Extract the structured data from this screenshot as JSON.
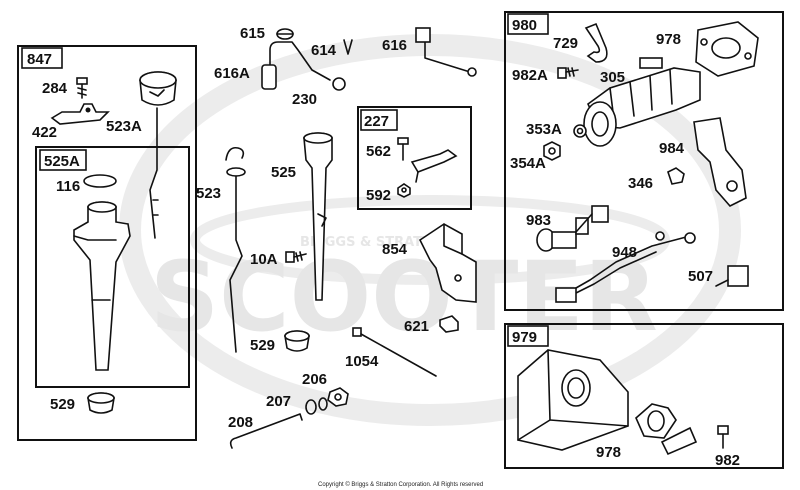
{
  "watermark": {
    "main": "SCOOTER",
    "ring": "BRIGGS & STRATTON"
  },
  "copyright": "Copyright © Briggs & Stratton Corporation. All Rights reserved",
  "boxes": {
    "b847": "847",
    "b525a": "525A",
    "b227": "227",
    "b980": "980",
    "b979": "979"
  },
  "labels": {
    "l284": "284",
    "l422": "422",
    "l523a": "523A",
    "l116": "116",
    "l529a": "529",
    "l615": "615",
    "l614": "614",
    "l616": "616",
    "l616a": "616A",
    "l230": "230",
    "l523": "523",
    "l525": "525",
    "l10a": "10A",
    "l529b": "529",
    "l1054": "1054",
    "l206": "206",
    "l207": "207",
    "l208": "208",
    "l562": "562",
    "l592": "592",
    "l854": "854",
    "l621": "621",
    "l729": "729",
    "l978a": "978",
    "l982a": "982A",
    "l305": "305",
    "l353a": "353A",
    "l354a": "354A",
    "l984": "984",
    "l346": "346",
    "l983": "983",
    "l948": "948",
    "l507": "507",
    "l978b": "978",
    "l982": "982"
  }
}
